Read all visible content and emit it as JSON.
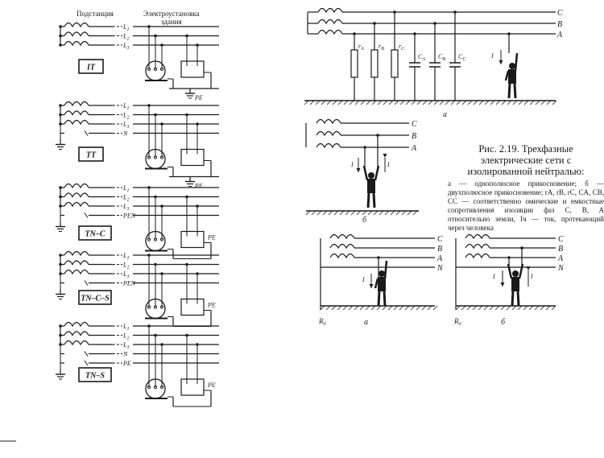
{
  "left": {
    "substation_label": "Подстанция",
    "building_label": "Электроустановка здания",
    "pe_label": "PE",
    "systems": [
      {
        "name": "IT",
        "lines": [
          "L1",
          "L2",
          "L3"
        ]
      },
      {
        "name": "TT",
        "lines": [
          "L1",
          "L2",
          "L3",
          "N"
        ]
      },
      {
        "name": "TN–C",
        "lines": [
          "L1",
          "L2",
          "L3",
          "PEN"
        ]
      },
      {
        "name": "TN–C–S",
        "lines": [
          "L1",
          "L2",
          "L3",
          "PEN"
        ]
      },
      {
        "name": "TN–S",
        "lines": [
          "L1",
          "L2",
          "L3",
          "N",
          "PE"
        ]
      }
    ],
    "extra_labels": {
      "pe": "PE",
      "n": "N"
    }
  },
  "fig_a_top": {
    "phases": [
      "C",
      "B",
      "A"
    ],
    "resistors": [
      "rA",
      "rB",
      "rC"
    ],
    "capacitors": [
      "CA",
      "CB",
      "CC"
    ],
    "current": "Iч",
    "label": "а"
  },
  "fig_b_top": {
    "phases": [
      "C",
      "B",
      "A"
    ],
    "current": "Iч",
    "label": "б"
  },
  "caption": {
    "title": "Рис. 2.19. Трехфазные электрические сети с изолированной нейтралью:",
    "body": "а — однополюсное прикосновение; б — двухполюсное прикосновение; rA, rB, rC, CA, CB, CC — соответственно омические и емкостные сопротивления изоляции фаз C, B, A относительно земли, Iч — ток, протекающий через человека"
  },
  "fig_bottom": [
    {
      "phases": [
        "C",
        "B",
        "A",
        "N"
      ],
      "ground": "R0",
      "current": "Iч",
      "label": "а"
    },
    {
      "phases": [
        "C",
        "B",
        "A",
        "N"
      ],
      "ground": "R0",
      "current": "Iч",
      "label": "б"
    }
  ]
}
